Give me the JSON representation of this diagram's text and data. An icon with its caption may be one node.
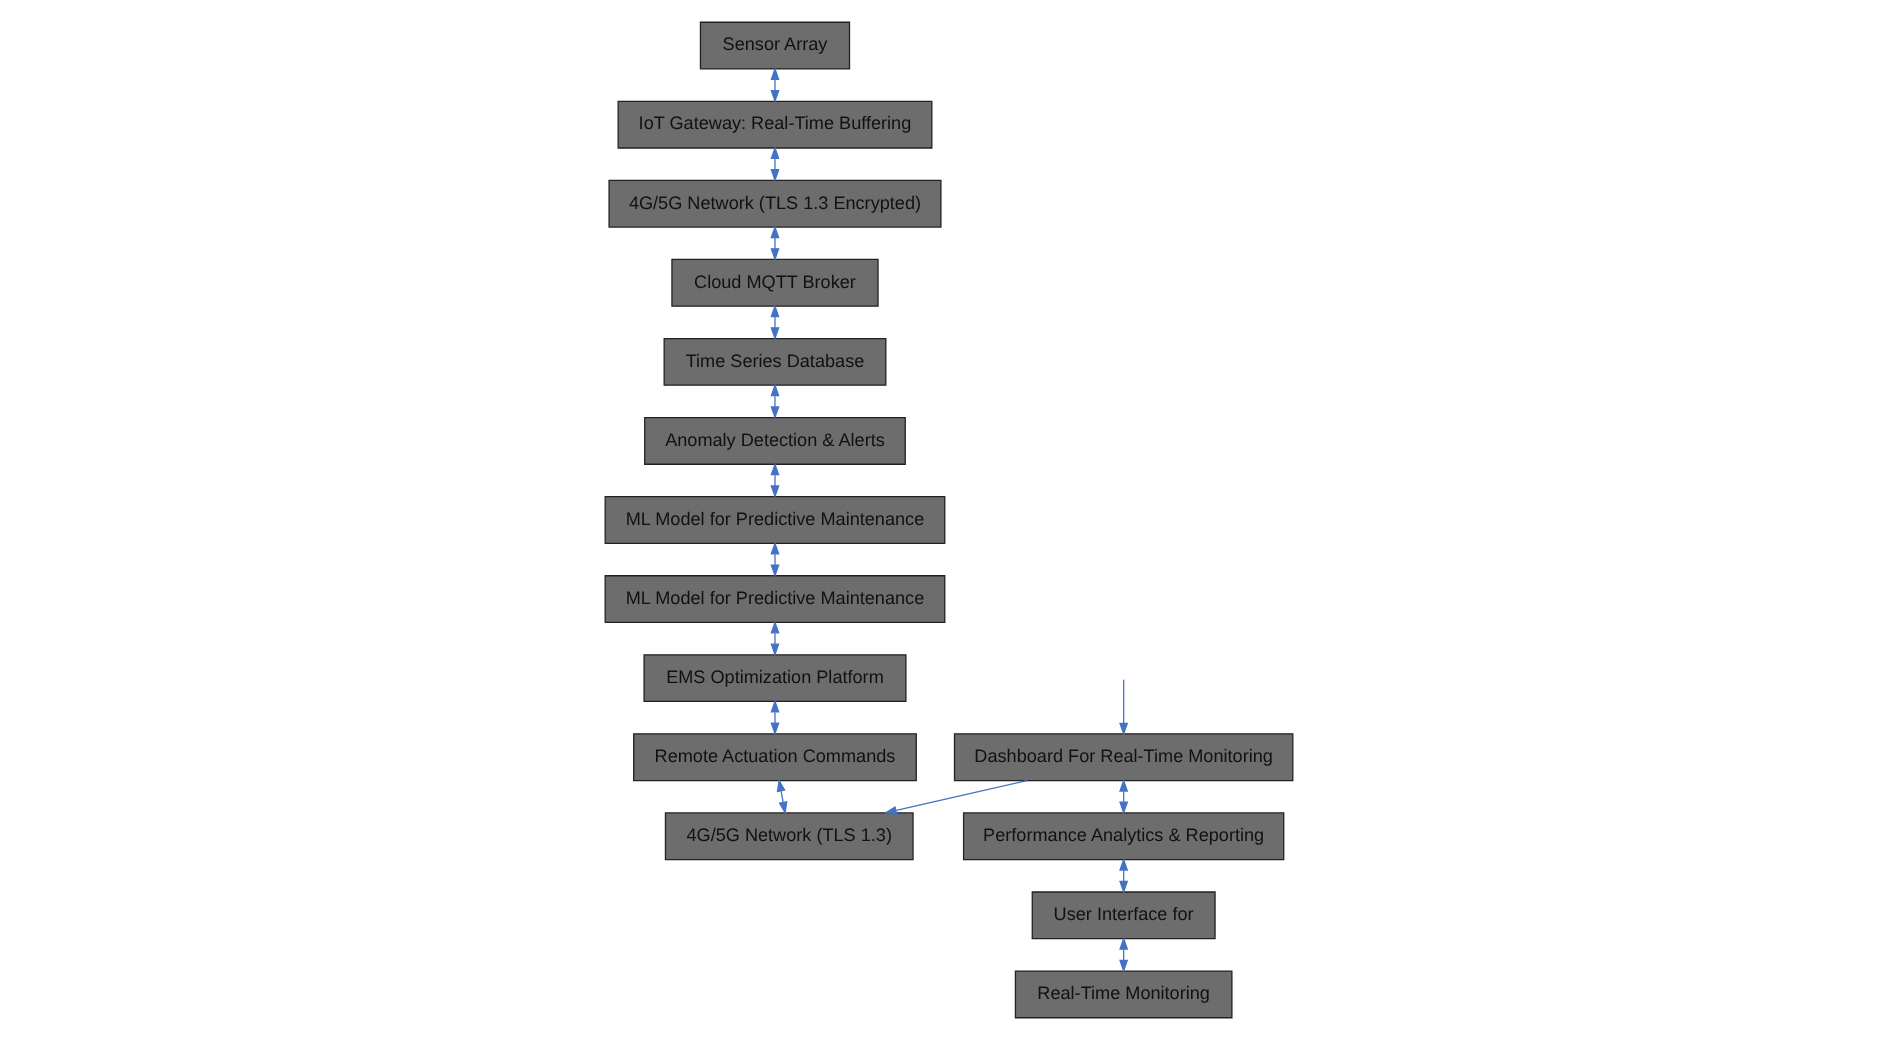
{
  "diagram": {
    "nodes": [
      {
        "text": [
          "Sensor Array"
        ]
      },
      {
        "text": [
          "IoT Gateway: Real-Time Buffering"
        ]
      },
      {
        "text": [
          "4G/5G Network (TLS 1.3 Encrypted)"
        ]
      },
      {
        "text": [
          "Cloud MQTT Broker"
        ]
      },
      {
        "text": [
          "Time Series Database"
        ]
      },
      {
        "text": [
          "Anomaly Detection & Alerts"
        ]
      },
      {
        "text": [
          "4G/5G Network (TLS 1.3)"
        ]
      },
      {
        "text": [
          "Remote Actuation Commands"
        ]
      },
      {
        "text": [
          "EMS Optimization Platform"
        ]
      },
      {
        "text": [
          "ML Model for Predictive Maintenance"
        ]
      },
      {
        "text": [
          "ML Model for Predictive Maintenance"
        ]
      },
      {
        "text": [
          "Dashboard For Real-Time Monitoring"
        ]
      },
      {
        "text": [
          "Performance Analytics & Reporting"
        ]
      },
      {
        "text": [
          "User Interface for"
        ]
      },
      {
        "text": [
          "Real-Time Monitoring"
        ]
      }
    ],
    "edges": [
      {
        "from": 0,
        "to": 1,
        "arrow": "both"
      },
      {
        "from": 1,
        "to": 2,
        "arrow": "both"
      },
      {
        "from": 2,
        "to": 3,
        "arrow": "both"
      },
      {
        "from": 3,
        "to": 4,
        "arrow": "both"
      },
      {
        "from": 4,
        "to": 5,
        "arrow": "both"
      },
      {
        "from": 5,
        "to": 10,
        "arrow": "both"
      },
      {
        "from": 10,
        "to": 9,
        "arrow": "both"
      },
      {
        "from": 9,
        "to": 8,
        "arrow": "both"
      },
      {
        "from": 8,
        "to": 7,
        "arrow": "both"
      },
      {
        "from": 7,
        "to": 6,
        "arrow": "both"
      },
      {
        "from": 11,
        "to": 6,
        "arrow": "to"
      },
      {
        "from": null,
        "to": 11,
        "arrow": "to"
      },
      {
        "from": 11,
        "to": 12,
        "arrow": "both"
      },
      {
        "from": 12,
        "to": 13,
        "arrow": "both"
      },
      {
        "from": 13,
        "to": 14,
        "arrow": "both"
      }
    ]
  }
}
